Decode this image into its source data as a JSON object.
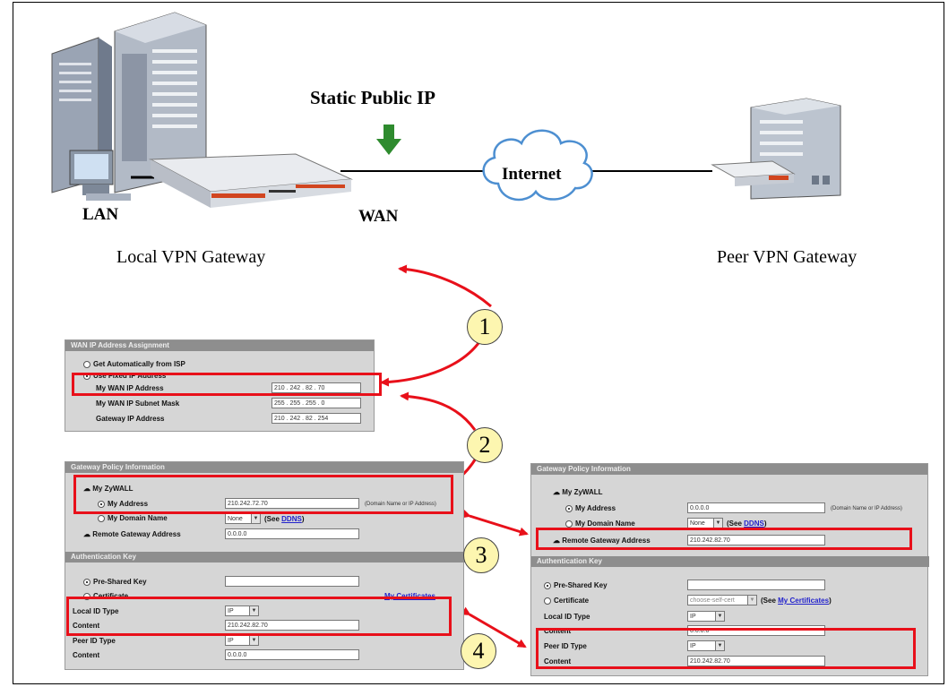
{
  "diagram": {
    "static_ip_label": "Static Public IP",
    "internet_label": "Internet",
    "lan_label": "LAN",
    "wan_label": "WAN",
    "local_gateway_label": "Local VPN Gateway",
    "peer_gateway_label": "Peer VPN Gateway",
    "steps": [
      "1",
      "2",
      "3",
      "4"
    ],
    "colors": {
      "highlight": "#e8101a",
      "arrow": "#e8101a",
      "step_circle": "#fdf6b0",
      "down_arrow": "#2e8b2e"
    }
  },
  "wan_panel": {
    "header": "WAN IP Address Assignment",
    "option_auto": "Get Automatically from ISP",
    "option_fixed": "Use Fixed IP Address",
    "my_wan_ip_label": "My WAN IP Address",
    "my_wan_ip": "210 . 242 . 82 . 70",
    "subnet_label": "My WAN IP Subnet Mask",
    "subnet": "255 . 255 . 255 . 0",
    "gateway_label": "Gateway IP Address",
    "gateway": "210 . 242 . 82 . 254"
  },
  "local_policy": {
    "header": "Gateway Policy Information",
    "my_zywall": "My ZyWALL",
    "my_address_label": "My Address",
    "my_address": "210.242.72.70",
    "domain_note": "(Domain Name or IP Address)",
    "my_domain_label": "My Domain Name",
    "domain_select": "None",
    "see_prefix": "(See",
    "see_link": "DDNS",
    "see_suffix": ")",
    "remote_gw_label": "Remote Gateway Address",
    "remote_gw": "0.0.0.0",
    "auth_header": "Authentication Key",
    "psk_label": "Pre-Shared Key",
    "psk": "",
    "cert_label": "Certificate",
    "cert_link": "My Certificates",
    "local_id_type_label": "Local ID Type",
    "local_id_type": "IP",
    "content_label": "Content",
    "content": "210.242.82.70",
    "peer_id_type_label": "Peer ID Type",
    "peer_id_type": "IP",
    "peer_content_label": "Content",
    "peer_content": "0.0.0.0"
  },
  "peer_policy": {
    "header": "Gateway Policy Information",
    "my_zywall": "My ZyWALL",
    "my_address_label": "My Address",
    "my_address": "0.0.0.0",
    "domain_note": "(Domain Name or IP Address)",
    "my_domain_label": "My Domain Name",
    "domain_select": "None",
    "see_prefix": "(See",
    "see_link": "DDNS",
    "see_suffix": ")",
    "remote_gw_label": "Remote Gateway Address",
    "remote_gw": "210.242.82.70",
    "auth_header": "Authentication Key",
    "psk_label": "Pre-Shared Key",
    "psk": "",
    "cert_label": "Certificate",
    "cert_select": "choose-self-cert",
    "see_prefix2": "(See",
    "cert_link": "My Certificates",
    "see_suffix2": ")",
    "local_id_type_label": "Local ID Type",
    "local_id_type": "IP",
    "local_content_label": "Content",
    "local_content": "0.0.0.0",
    "peer_id_type_label": "Peer ID Type",
    "peer_id_type": "IP",
    "content_label": "Content",
    "content": "210.242.82.70"
  }
}
